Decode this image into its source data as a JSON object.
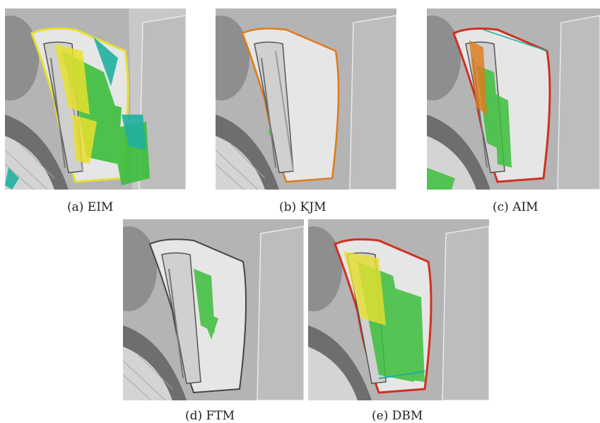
{
  "figure": {
    "panels": [
      {
        "id": "a",
        "caption": "(a) EIM"
      },
      {
        "id": "b",
        "caption": "(b) KJM"
      },
      {
        "id": "c",
        "caption": "(c) AIM"
      },
      {
        "id": "d",
        "caption": "(d) FTM"
      },
      {
        "id": "e",
        "caption": "(e) DBM"
      }
    ]
  },
  "colors": {
    "background": "#ffffff",
    "shadow_gray": "#6e6e6e",
    "wall_gray": "#b4b4b4",
    "light_gray": "#d2d2d2",
    "part_white": "#e6e6e6",
    "rim_yellow": "#e8e030",
    "edge_orange": "#e07a1a",
    "edge_red": "#d03020",
    "error_green": "#3cbf3c",
    "error_cyan": "#20b0a0"
  }
}
